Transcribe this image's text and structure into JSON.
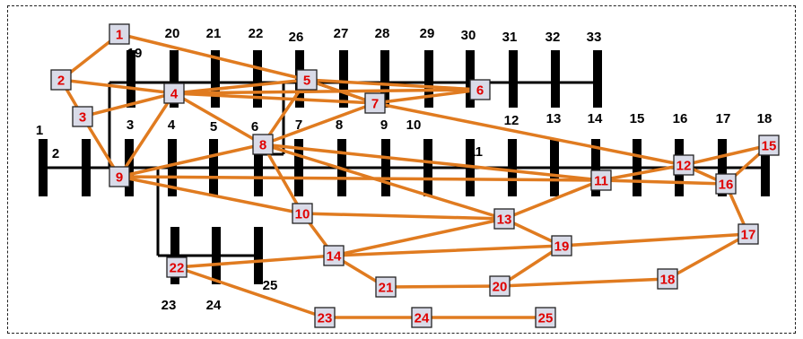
{
  "colors": {
    "edge": "#e07b20",
    "bus": "#000000",
    "node_fill": "#d9dbe8",
    "node_text": "#e00000"
  },
  "bus_labels": [
    "1",
    "2",
    "3",
    "4",
    "5",
    "6",
    "7",
    "8",
    "9",
    "10",
    "11",
    "12",
    "13",
    "14",
    "15",
    "16",
    "17",
    "18",
    "19",
    "20",
    "21",
    "22",
    "23",
    "24",
    "25",
    "26",
    "27",
    "28",
    "29",
    "30",
    "31",
    "32",
    "33"
  ],
  "nodes": [
    "1",
    "2",
    "3",
    "4",
    "5",
    "6",
    "7",
    "8",
    "9",
    "10",
    "11",
    "12",
    "13",
    "14",
    "15",
    "16",
    "17",
    "18",
    "19",
    "20",
    "21",
    "22",
    "23",
    "24",
    "25"
  ],
  "edges": [
    [
      "1",
      "2"
    ],
    [
      "2",
      "3"
    ],
    [
      "3",
      "9"
    ],
    [
      "1",
      "5"
    ],
    [
      "2",
      "4"
    ],
    [
      "3",
      "4"
    ],
    [
      "4",
      "9"
    ],
    [
      "4",
      "5"
    ],
    [
      "4",
      "7"
    ],
    [
      "4",
      "8"
    ],
    [
      "5",
      "6"
    ],
    [
      "5",
      "7"
    ],
    [
      "6",
      "7"
    ],
    [
      "4",
      "6"
    ],
    [
      "5",
      "8"
    ],
    [
      "7",
      "8"
    ],
    [
      "7",
      "12"
    ],
    [
      "8",
      "9"
    ],
    [
      "9",
      "10"
    ],
    [
      "8",
      "10"
    ],
    [
      "8",
      "11"
    ],
    [
      "8",
      "13"
    ],
    [
      "9",
      "11"
    ],
    [
      "11",
      "12"
    ],
    [
      "11",
      "13"
    ],
    [
      "11",
      "16"
    ],
    [
      "12",
      "15"
    ],
    [
      "12",
      "16"
    ],
    [
      "15",
      "16"
    ],
    [
      "16",
      "17"
    ],
    [
      "10",
      "13"
    ],
    [
      "10",
      "14"
    ],
    [
      "13",
      "14"
    ],
    [
      "13",
      "19"
    ],
    [
      "14",
      "19"
    ],
    [
      "14",
      "21"
    ],
    [
      "14",
      "22"
    ],
    [
      "19",
      "17"
    ],
    [
      "19",
      "20"
    ],
    [
      "20",
      "21"
    ],
    [
      "20",
      "18"
    ],
    [
      "17",
      "18"
    ],
    [
      "22",
      "23"
    ],
    [
      "23",
      "24"
    ],
    [
      "24",
      "25"
    ]
  ]
}
